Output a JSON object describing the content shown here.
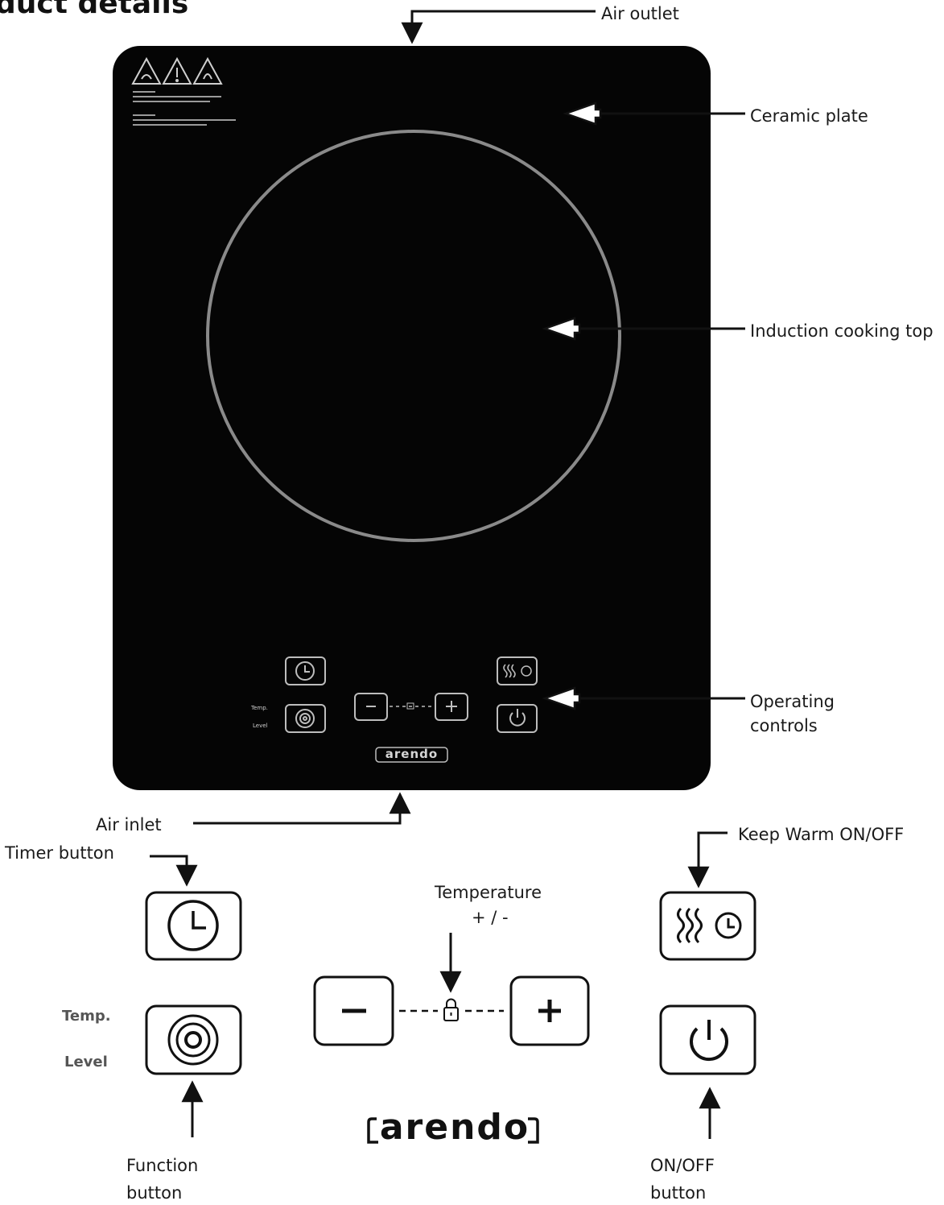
{
  "title": "duct details",
  "brand": "arendo",
  "callouts": {
    "air_outlet": "Air outlet",
    "ceramic_plate": "Ceramic plate",
    "induction_top": "Induction cooking top",
    "operating_controls_1": "Operating",
    "operating_controls_2": "controls",
    "air_inlet": "Air inlet",
    "timer_button": "Timer button",
    "keep_warm": "Keep Warm ON/OFF",
    "temperature_1": "Temperature",
    "temperature_2": "+ / -",
    "function_1": "Function",
    "function_2": "button",
    "onoff_1": "ON/OFF",
    "onoff_2": "button"
  },
  "panel_labels": {
    "temp": "Temp.",
    "level": "Level"
  },
  "icons": [
    "warning-triangle-icon",
    "clock-icon",
    "rings-icon",
    "minus-icon",
    "plus-icon",
    "lock-icon",
    "heat-waves-icon",
    "power-icon"
  ],
  "colors": {
    "plate": "#050505",
    "ring": "#8a8a8a",
    "line": "#111111"
  }
}
